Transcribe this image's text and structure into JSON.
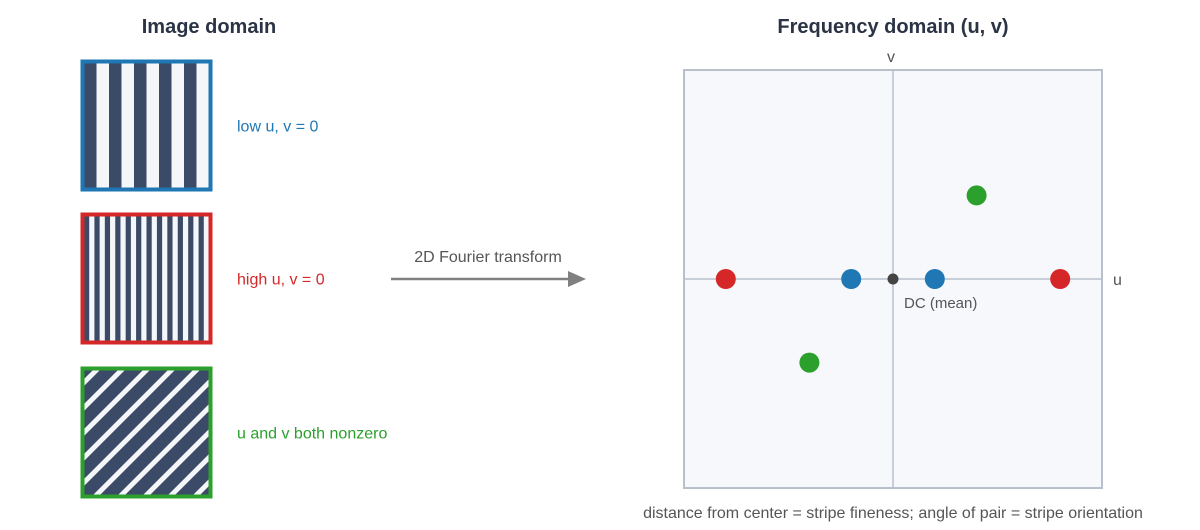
{
  "titles": {
    "left": "Image domain",
    "right": "Frequency domain (u, v)"
  },
  "patterns": [
    {
      "id": "low-u",
      "label": "low u, v = 0",
      "color": "#1f77b4",
      "kind": "vertical",
      "stripe_pairs": 5
    },
    {
      "id": "high-u",
      "label": "high u, v = 0",
      "color": "#d62728",
      "kind": "vertical",
      "stripe_pairs": 12
    },
    {
      "id": "diagonal",
      "label": "u and v both nonzero",
      "color": "#2ca02c",
      "kind": "diagonal"
    }
  ],
  "transform": {
    "label": "2D Fourier transform"
  },
  "plane": {
    "u_axis_label": "u",
    "v_axis_label": "v",
    "dc_label": "DC (mean)",
    "caption": "distance from center = stripe fineness; angle of pair = stripe orientation"
  },
  "chart_data": {
    "type": "scatter",
    "xlabel": "u",
    "ylabel": "v",
    "xlim": [
      -5,
      5
    ],
    "ylim": [
      -5,
      5
    ],
    "grid": false,
    "points": [
      {
        "u": 0,
        "v": 0,
        "color": "#444444",
        "kind": "dc"
      },
      {
        "u": -1,
        "v": 0,
        "color": "#1f77b4",
        "kind": "peak"
      },
      {
        "u": 1,
        "v": 0,
        "color": "#1f77b4",
        "kind": "peak"
      },
      {
        "u": -4,
        "v": 0,
        "color": "#d62728",
        "kind": "peak"
      },
      {
        "u": 4,
        "v": 0,
        "color": "#d62728",
        "kind": "peak"
      },
      {
        "u": 2,
        "v": 2,
        "color": "#2ca02c",
        "kind": "peak"
      },
      {
        "u": -2,
        "v": -2,
        "color": "#2ca02c",
        "kind": "peak"
      }
    ]
  },
  "colors": {
    "stripe_dark": "#3b4a66",
    "stripe_light": "#f4f6f9",
    "title": "#2b3445",
    "plane_fill": "#f6f8fb",
    "plane_border": "#b8c0cc",
    "axis": "#b8c0cc",
    "arrow": "#808080",
    "muted_text": "#555555"
  }
}
